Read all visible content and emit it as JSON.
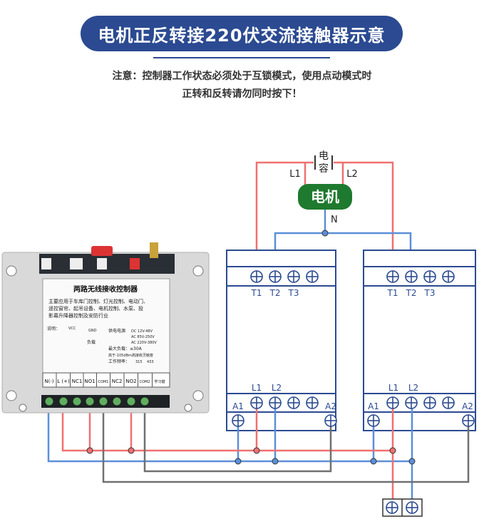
{
  "title": "电机正反转接220伏交流接触器示意",
  "note_line1": "注意：控制器工作状态必须处于互锁模式，使用点动模式时",
  "note_line2": "正转和反转请勿同时按下！",
  "capacitor_label_1": "电",
  "capacitor_label_2": "容",
  "motor_label": "电机",
  "motor_l1": "L1",
  "motor_l2": "L2",
  "motor_n": "N",
  "controller": {
    "name": "两路无线接收控制器",
    "desc_1": "主要应用于车库门控制、灯光控制、电动门、",
    "desc_2": "遥控窗帘、起吊设备、电机控制、水泵、投",
    "desc_3": "影幕升降器控制及安防行业",
    "legend_title": "说明：",
    "spec_power": "供电电源",
    "spec_dc": "DC 12V-48V",
    "spec_ac1": "AC 85V-250V",
    "spec_ac2": "AC 220V-380V",
    "spec_load": "最大负载：≤30A",
    "spec_sens": "高于-105dBm高接收灵敏度",
    "spec_freq": "工作频率：",
    "spec_freq_a": "315",
    "spec_freq_b": "433",
    "load_label": "负载",
    "gnd_label": "GND",
    "vcc_label": "VCC",
    "terminals": [
      "N(-)",
      "L (+)",
      "NC1",
      "NO1",
      "COM1",
      "NC2",
      "NO2",
      "COM2",
      "学习键"
    ]
  },
  "contactor_top_labels": [
    "T1",
    "T2",
    "T3"
  ],
  "contactor_bottom_labels": [
    "L1",
    "L2"
  ],
  "contactor_coil_labels": [
    "A1",
    "A2"
  ],
  "colors": {
    "brand": "#2b4a91",
    "red_wire": "#f07070",
    "blue_wire": "#5b8fd9",
    "gray_wire": "#707070",
    "motor": "#1e7a2e"
  }
}
